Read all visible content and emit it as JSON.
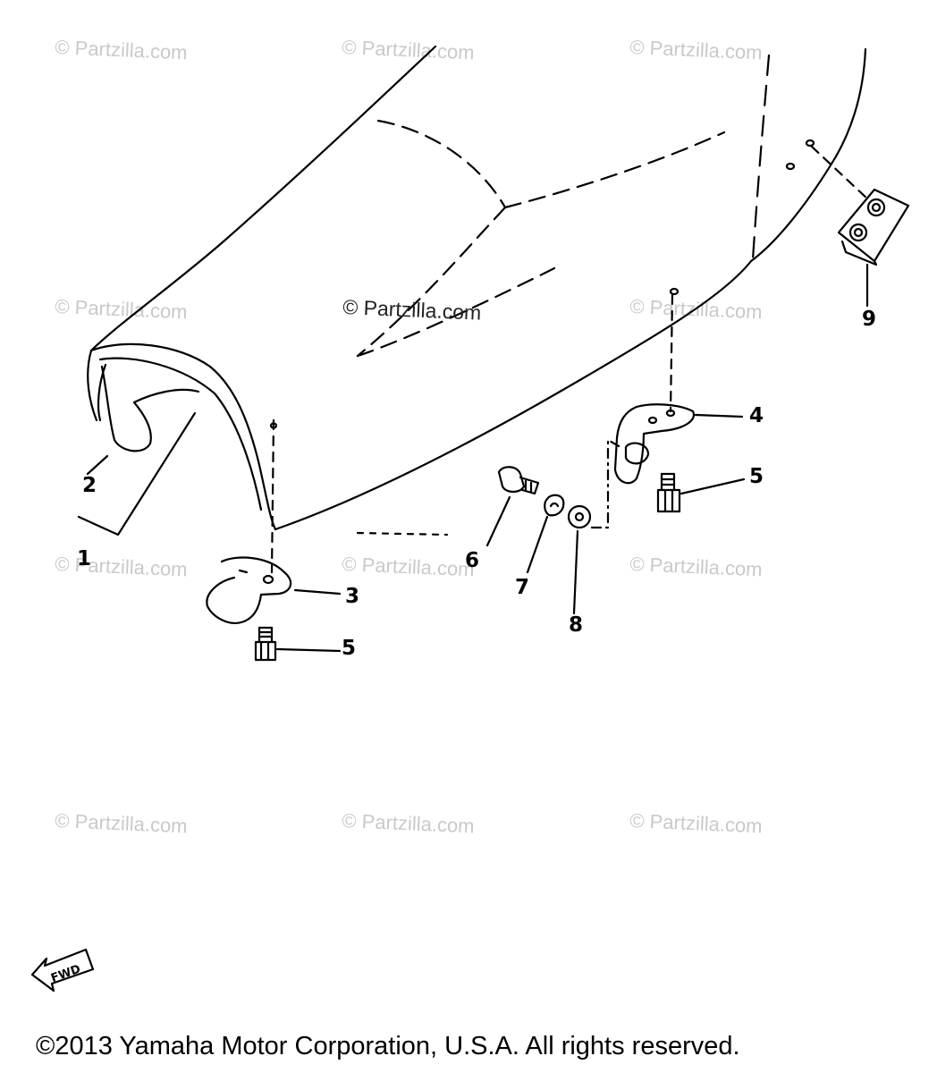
{
  "watermark": {
    "text": "© Partzilla.com",
    "color": "#c9c9c9"
  },
  "center_watermark": "© Partzilla.com",
  "callouts": {
    "c1": "1",
    "c2": "2",
    "c3": "3",
    "c4": "4",
    "c5a": "5",
    "c5b": "5",
    "c6": "6",
    "c7": "7",
    "c8": "8",
    "c9": "9"
  },
  "fwd_label": "FWD",
  "copyright": "©2013 Yamaha Motor Corporation, U.S.A. All rights reserved.",
  "colors": {
    "line": "#000000",
    "background": "#ffffff"
  }
}
